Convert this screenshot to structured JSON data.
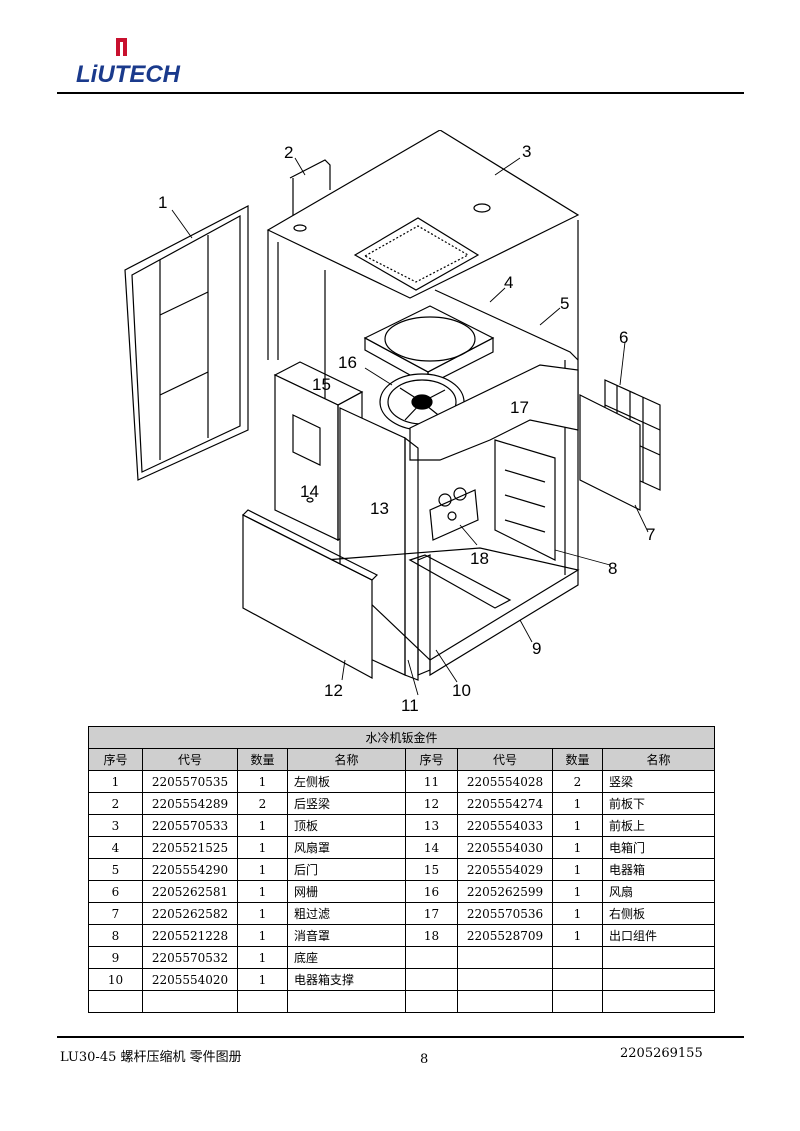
{
  "header": {
    "brand": "LiUTECH",
    "brand_color": "#1a3a8c",
    "mark_color": "#c8102e"
  },
  "drawing": {
    "callouts": [
      "1",
      "2",
      "3",
      "4",
      "5",
      "6",
      "7",
      "8",
      "9",
      "10",
      "11",
      "12",
      "13",
      "14",
      "15",
      "16",
      "17",
      "18"
    ]
  },
  "table": {
    "title": "水冷机钣金件",
    "headers": [
      "序号",
      "代号",
      "数量",
      "名称",
      "序号",
      "代号",
      "数量",
      "名称"
    ],
    "rows": [
      [
        "1",
        "2205570535",
        "1",
        "左侧板",
        "11",
        "2205554028",
        "2",
        "竖梁"
      ],
      [
        "2",
        "2205554289",
        "2",
        "后竖梁",
        "12",
        "2205554274",
        "1",
        "前板下"
      ],
      [
        "3",
        "2205570533",
        "1",
        "顶板",
        "13",
        "2205554033",
        "1",
        "前板上"
      ],
      [
        "4",
        "2205521525",
        "1",
        "风扇罩",
        "14",
        "2205554030",
        "1",
        "电箱门"
      ],
      [
        "5",
        "2205554290",
        "1",
        "后门",
        "15",
        "2205554029",
        "1",
        "电器箱"
      ],
      [
        "6",
        "2205262581",
        "1",
        "网栅",
        "16",
        "2205262599",
        "1",
        "风扇"
      ],
      [
        "7",
        "2205262582",
        "1",
        "粗过滤",
        "17",
        "2205570536",
        "1",
        "右侧板"
      ],
      [
        "8",
        "2205521228",
        "1",
        "消音罩",
        "18",
        "2205528709",
        "1",
        "出口组件"
      ],
      [
        "9",
        "2205570532",
        "1",
        "底座",
        "",
        "",
        "",
        ""
      ],
      [
        "10",
        "2205554020",
        "1",
        "电器箱支撑",
        "",
        "",
        "",
        ""
      ],
      [
        "",
        "",
        "",
        "",
        "",
        "",
        "",
        ""
      ]
    ]
  },
  "footer": {
    "left": "LU30-45 螺杆压缩机  零件图册",
    "page": "8",
    "right": "2205269155"
  }
}
